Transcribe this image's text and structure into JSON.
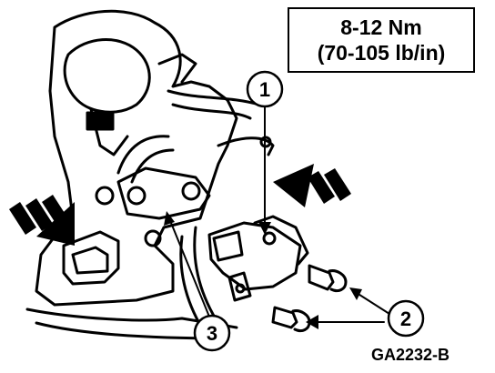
{
  "torque_spec": {
    "line1": "8-12 Nm",
    "line2": "(70-105 lb/in)"
  },
  "callouts": [
    {
      "number": "1"
    },
    {
      "number": "2"
    },
    {
      "number": "3"
    }
  ],
  "figure_id": "GA2232-B",
  "colors": {
    "ink": "#000000",
    "paper": "#ffffff"
  }
}
